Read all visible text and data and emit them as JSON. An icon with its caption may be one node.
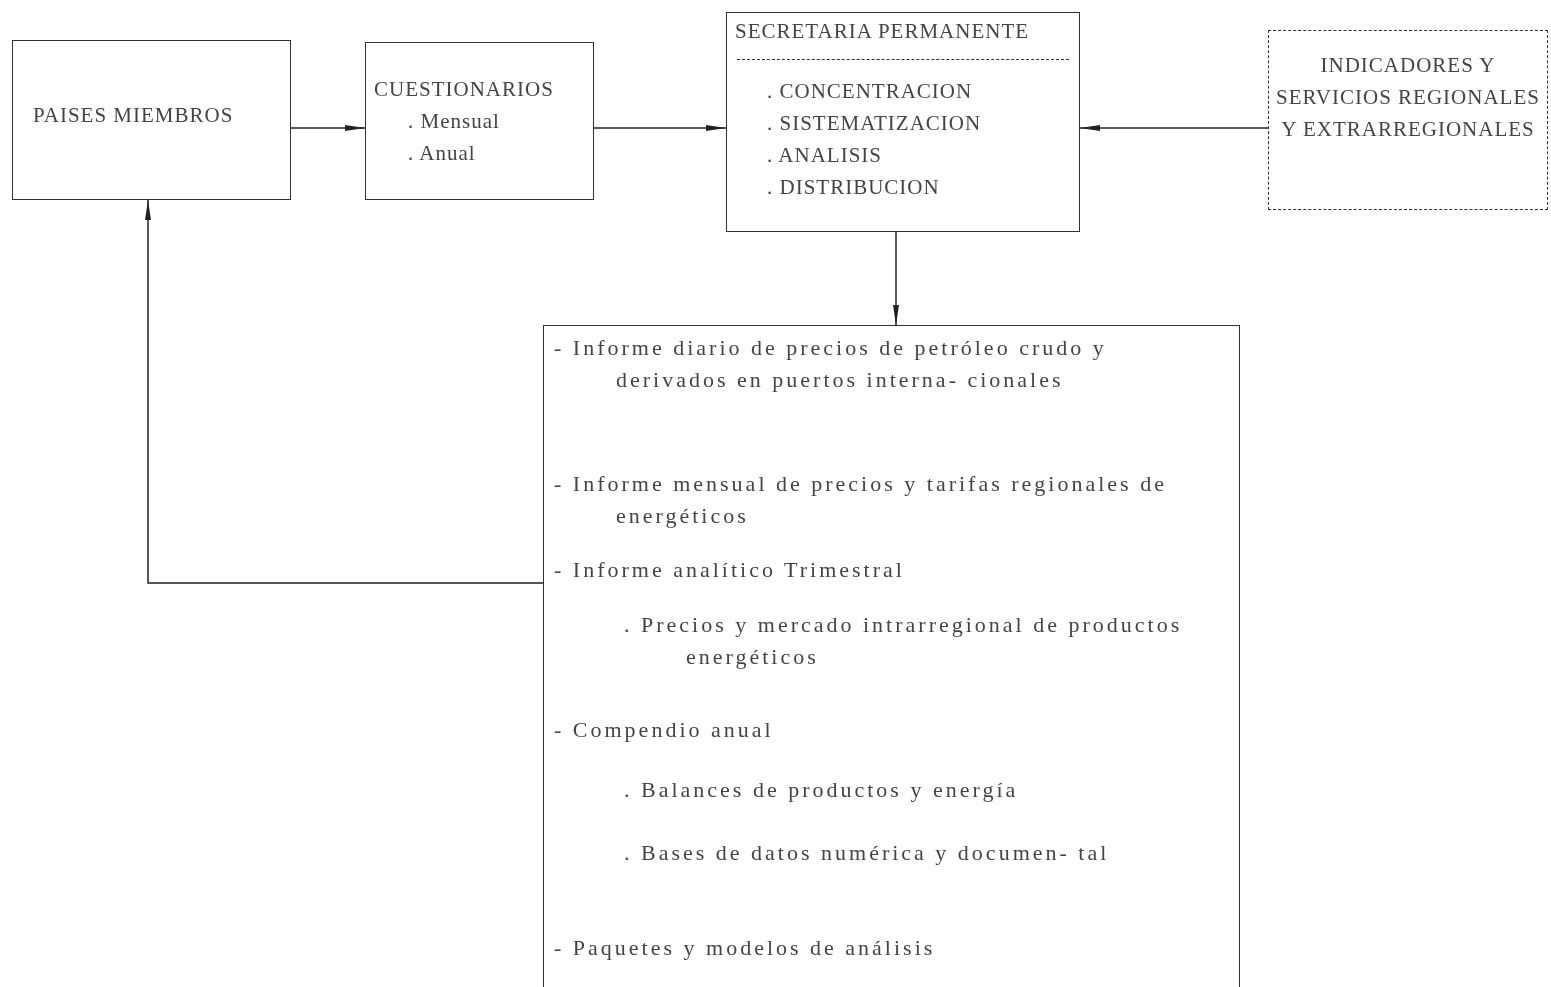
{
  "diagram": {
    "nodes": [
      {
        "text": [
          "PAISES MIEMBROS"
        ]
      },
      {
        "text": [
          "CUESTIONARIOS",
          ". Mensual",
          ". Anual"
        ]
      },
      {
        "text": [
          "SECRETARIA PERMANENTE",
          ". CONCENTRACION",
          ". SISTEMATIZACION",
          ". ANALISIS",
          ". DISTRIBUCION"
        ]
      },
      {
        "text": [
          "INDICADORES Y SERVICIOS REGIONALES Y EXTRARREGIONALES"
        ]
      },
      {
        "text": [
          "- Informe diario de precios de petróleo crudo y derivados en puertos interna- cionales",
          "- Informe mensual de precios y tarifas regionales de energéticos",
          "- Informe analítico Trimestral",
          ". Precios y mercado intrarregional de productos energéticos",
          "- Compendio anual",
          ". Balances de productos y energía",
          ". Bases de datos numérica y documen- tal",
          "- Paquetes y modelos de análisis"
        ]
      }
    ],
    "edges": [
      {
        "from": 0,
        "to": 1,
        "arrow": "to"
      },
      {
        "from": 1,
        "to": 2,
        "arrow": "to"
      },
      {
        "from": 3,
        "to": 2,
        "arrow": "to"
      },
      {
        "from": 2,
        "to": 4,
        "arrow": "to"
      },
      {
        "from": 4,
        "to": 0,
        "arrow": "to"
      }
    ]
  }
}
